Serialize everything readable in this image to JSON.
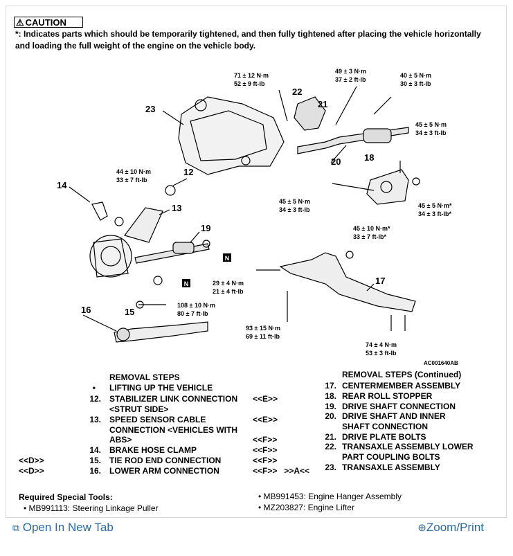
{
  "caution": {
    "title": "CAUTION",
    "text": "*: Indicates parts which should be temporarily tightened, and then fully tightened after placing the vehicle horizontally and loading the full weight of the engine on the vehicle body."
  },
  "diagram": {
    "code": "AC001640AB",
    "part_numbers": [
      "12",
      "13",
      "14",
      "15",
      "16",
      "17",
      "18",
      "19",
      "20",
      "21",
      "22",
      "23"
    ],
    "torques": [
      {
        "nm": "71 ± 12 N·m",
        "ftlb": "52 ± 9 ft-lb"
      },
      {
        "nm": "49 ± 3 N·m",
        "ftlb": "37 ± 2 ft-lb"
      },
      {
        "nm": "40 ± 5 N·m",
        "ftlb": "30 ± 3 ft-lb"
      },
      {
        "nm": "45 ± 5 N·m",
        "ftlb": "34 ± 3 ft-lb"
      },
      {
        "nm": "44 ± 10 N·m",
        "ftlb": "33 ± 7 ft-lb"
      },
      {
        "nm": "45 ± 5 N·m",
        "ftlb": "34 ± 3 ft-lb"
      },
      {
        "nm": "45 ± 5 N·m*",
        "ftlb": "34 ± 3 ft-lb*"
      },
      {
        "nm": "45 ± 10 N·m*",
        "ftlb": "33 ± 7 ft-lb*"
      },
      {
        "nm": "29 ± 4 N·m",
        "ftlb": "21 ± 4 ft-lb"
      },
      {
        "nm": "108 ± 10 N·m",
        "ftlb": "80 ± 7 ft-lb"
      },
      {
        "nm": "93 ± 15 N·m",
        "ftlb": "69 ± 11 ft-lb"
      },
      {
        "nm": "74 ± 4 N·m",
        "ftlb": "53 ± 3 ft-lb"
      }
    ],
    "n_marker": "N"
  },
  "removal_left": {
    "title": "REMOVAL STEPS",
    "steps": [
      {
        "tag": "",
        "num": "•",
        "text": "LIFTING UP THE VEHICLE",
        "right_tag": ""
      },
      {
        "tag": "",
        "num": "12.",
        "text": "STABILIZER LINK CONNECTION",
        "right_tag": "<<E>>"
      },
      {
        "tag": "",
        "num": "",
        "text": "<STRUT SIDE>",
        "right_tag": ""
      },
      {
        "tag": "",
        "num": "13.",
        "text": "SPEED SENSOR CABLE",
        "right_tag": "<<E>>"
      },
      {
        "tag": "",
        "num": "",
        "text": "CONNECTION <VEHICLES WITH",
        "right_tag": ""
      },
      {
        "tag": "",
        "num": "",
        "text": "ABS>",
        "right_tag": "<<F>>"
      },
      {
        "tag": "",
        "num": "14.",
        "text": "BRAKE HOSE CLAMP",
        "right_tag": "<<F>>"
      },
      {
        "tag": "<<D>>",
        "num": "15.",
        "text": "TIE ROD END CONNECTION",
        "right_tag": "<<F>>"
      },
      {
        "tag": "<<D>>",
        "num": "16.",
        "text": "LOWER ARM CONNECTION",
        "right_tag": "<<F>>   >>A<<"
      }
    ]
  },
  "removal_right": {
    "title": "REMOVAL STEPS (Continued)",
    "steps": [
      {
        "num": "17.",
        "text": "CENTERMEMBER ASSEMBLY"
      },
      {
        "num": "18.",
        "text": "REAR ROLL STOPPER"
      },
      {
        "num": "19.",
        "text": "DRIVE SHAFT CONNECTION"
      },
      {
        "num": "20.",
        "text": "DRIVE SHAFT AND INNER"
      },
      {
        "num": "",
        "text": "SHAFT CONNECTION"
      },
      {
        "num": "21.",
        "text": "DRIVE PLATE BOLTS"
      },
      {
        "num": "22.",
        "text": "TRANSAXLE ASSEMBLY LOWER"
      },
      {
        "num": "",
        "text": "PART COUPLING BOLTS"
      },
      {
        "num": "23.",
        "text": "TRANSAXLE ASSEMBLY"
      }
    ]
  },
  "tools": {
    "title": "Required Special Tools:",
    "items": [
      "MB991113: Steering Linkage Puller",
      "MB991453: Engine Hanger Assembly",
      "MZ203827: Engine Lifter"
    ]
  },
  "footer": {
    "open_tab": "Open In New Tab",
    "zoom": "Zoom/Print",
    "link_color": "#2a6aa8"
  }
}
